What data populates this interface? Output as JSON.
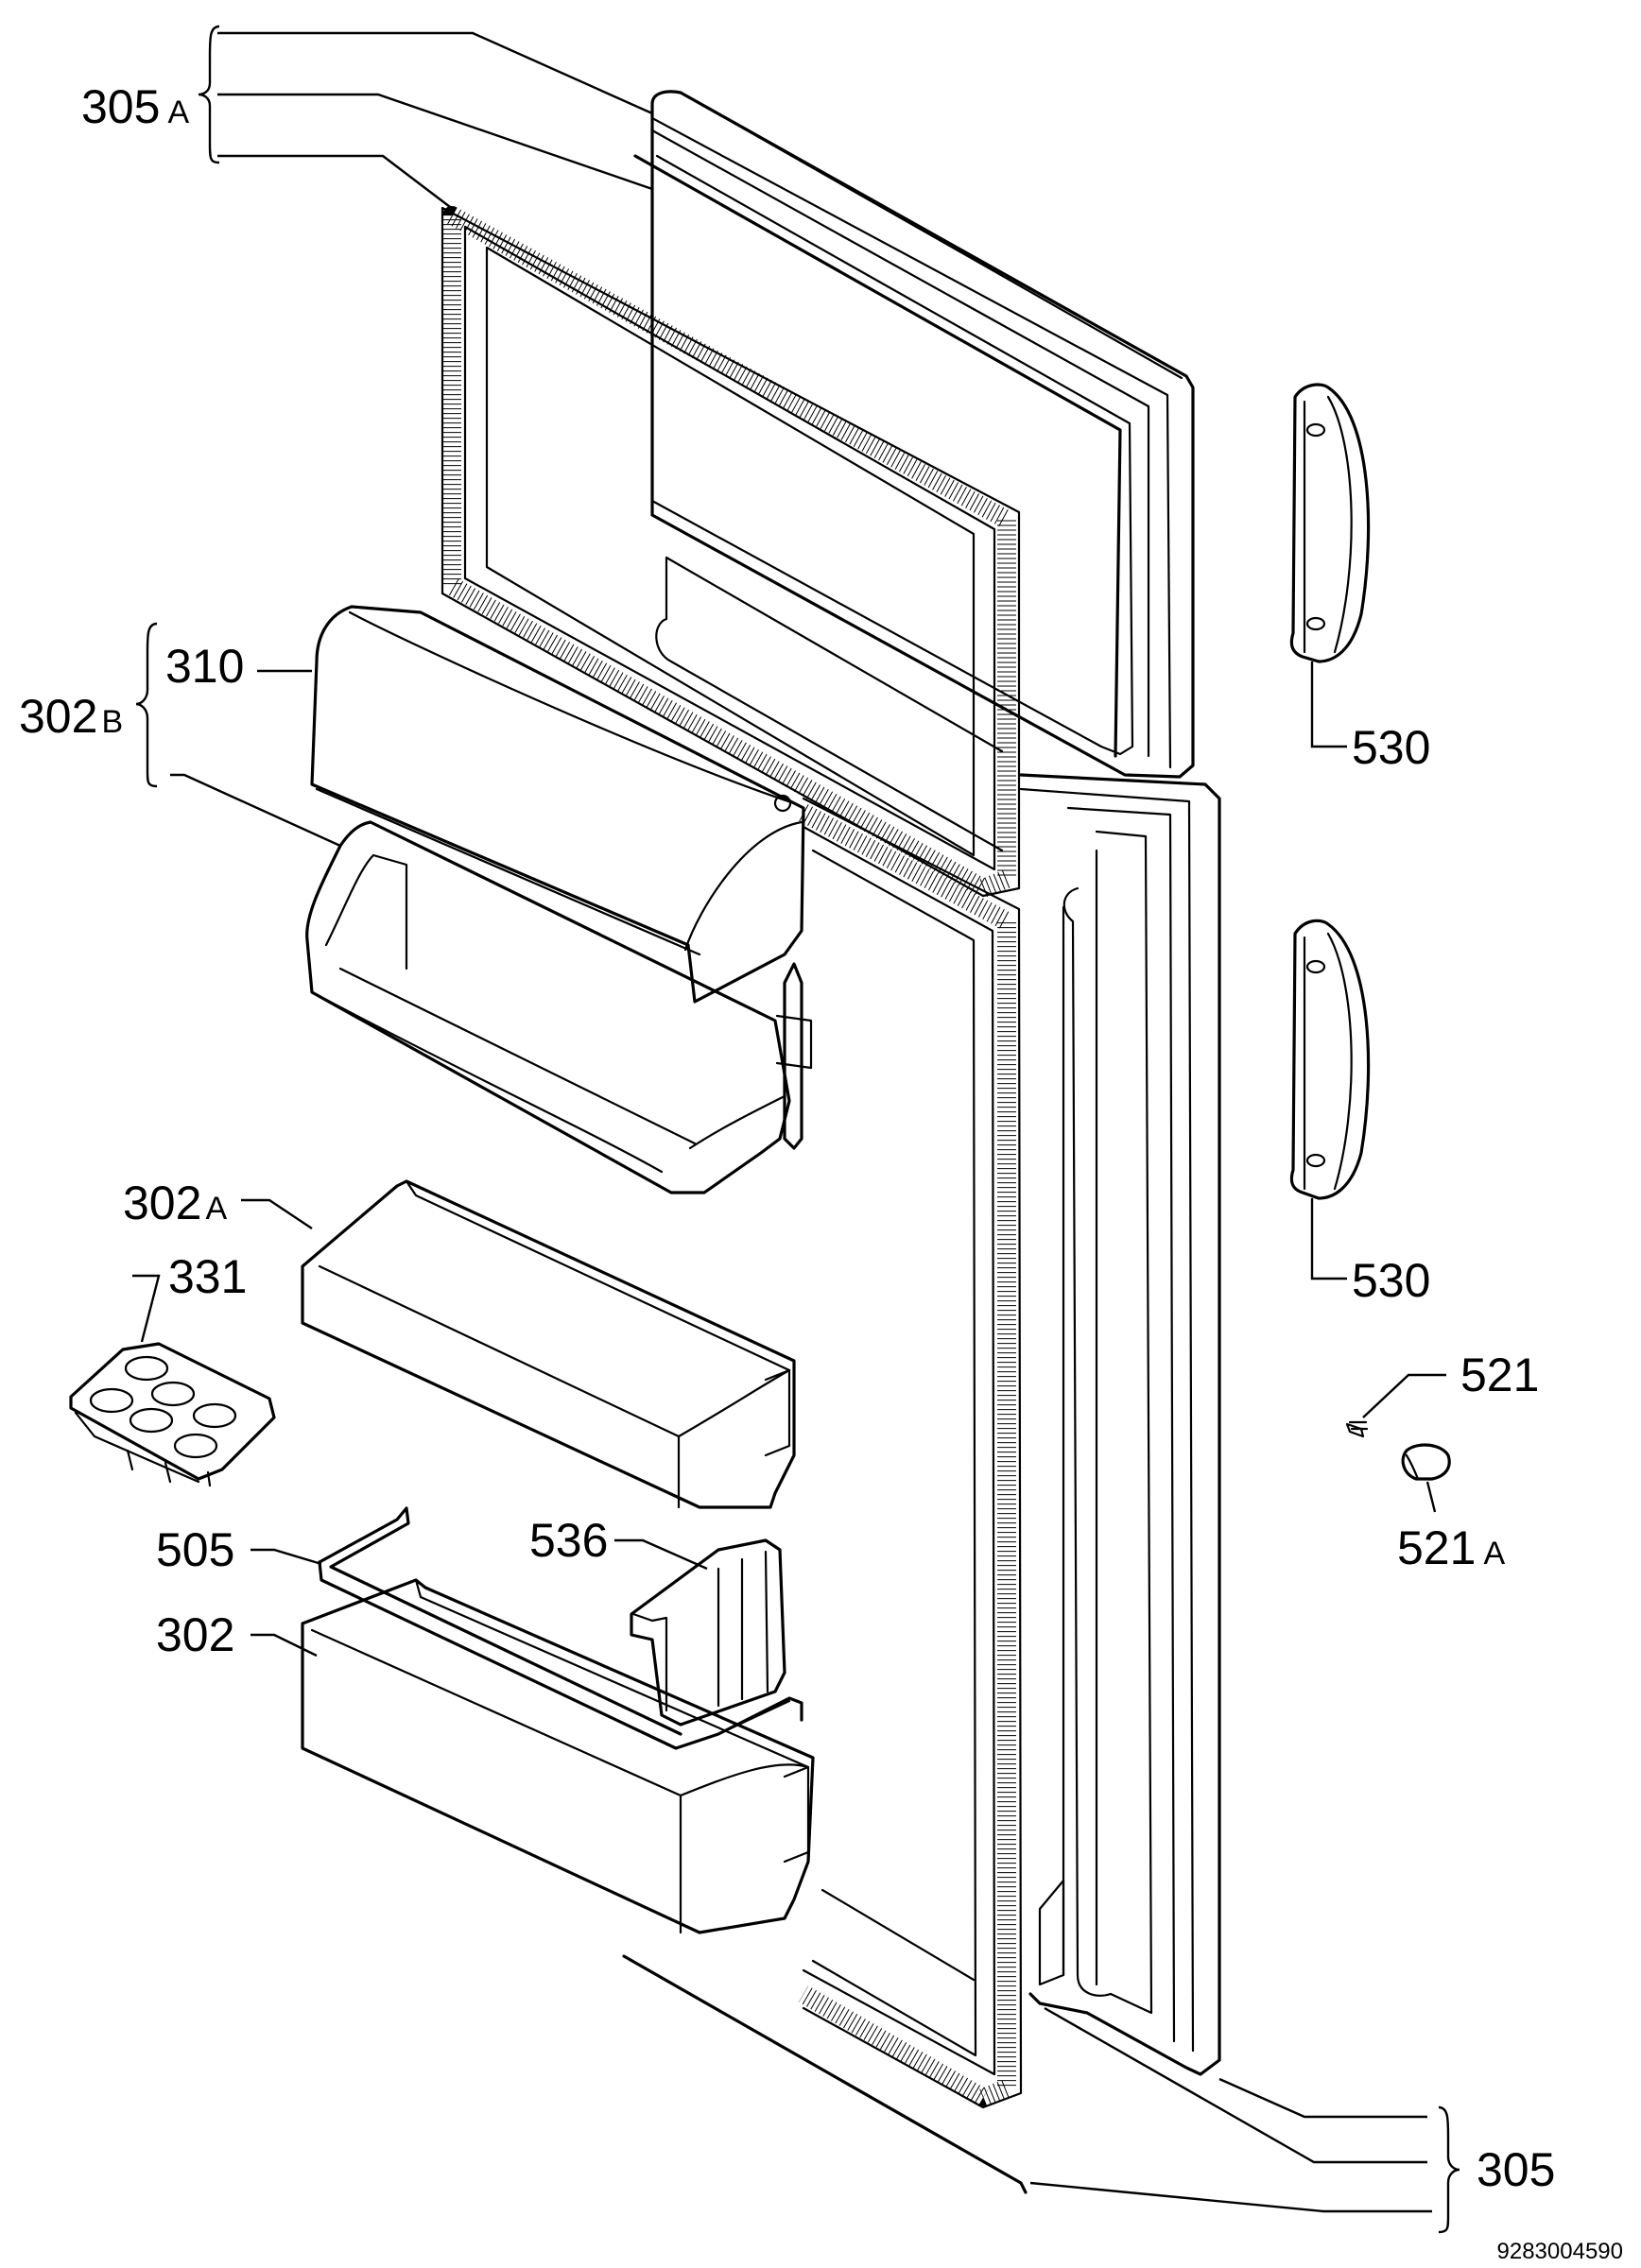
{
  "callouts": {
    "c305a": {
      "num": "305",
      "suffix": "A"
    },
    "c302b": {
      "num": "302",
      "suffix": "B"
    },
    "c310": {
      "num": "310"
    },
    "c302a": {
      "num": "302",
      "suffix": "A"
    },
    "c331": {
      "num": "331"
    },
    "c505": {
      "num": "505"
    },
    "c302": {
      "num": "302"
    },
    "c536": {
      "num": "536"
    },
    "c530_top": {
      "num": "530"
    },
    "c530_bottom": {
      "num": "530"
    },
    "c521": {
      "num": "521"
    },
    "c521a": {
      "num": "521",
      "suffix": "A"
    },
    "c305": {
      "num": "305"
    }
  },
  "drawing_code": "9283004590"
}
